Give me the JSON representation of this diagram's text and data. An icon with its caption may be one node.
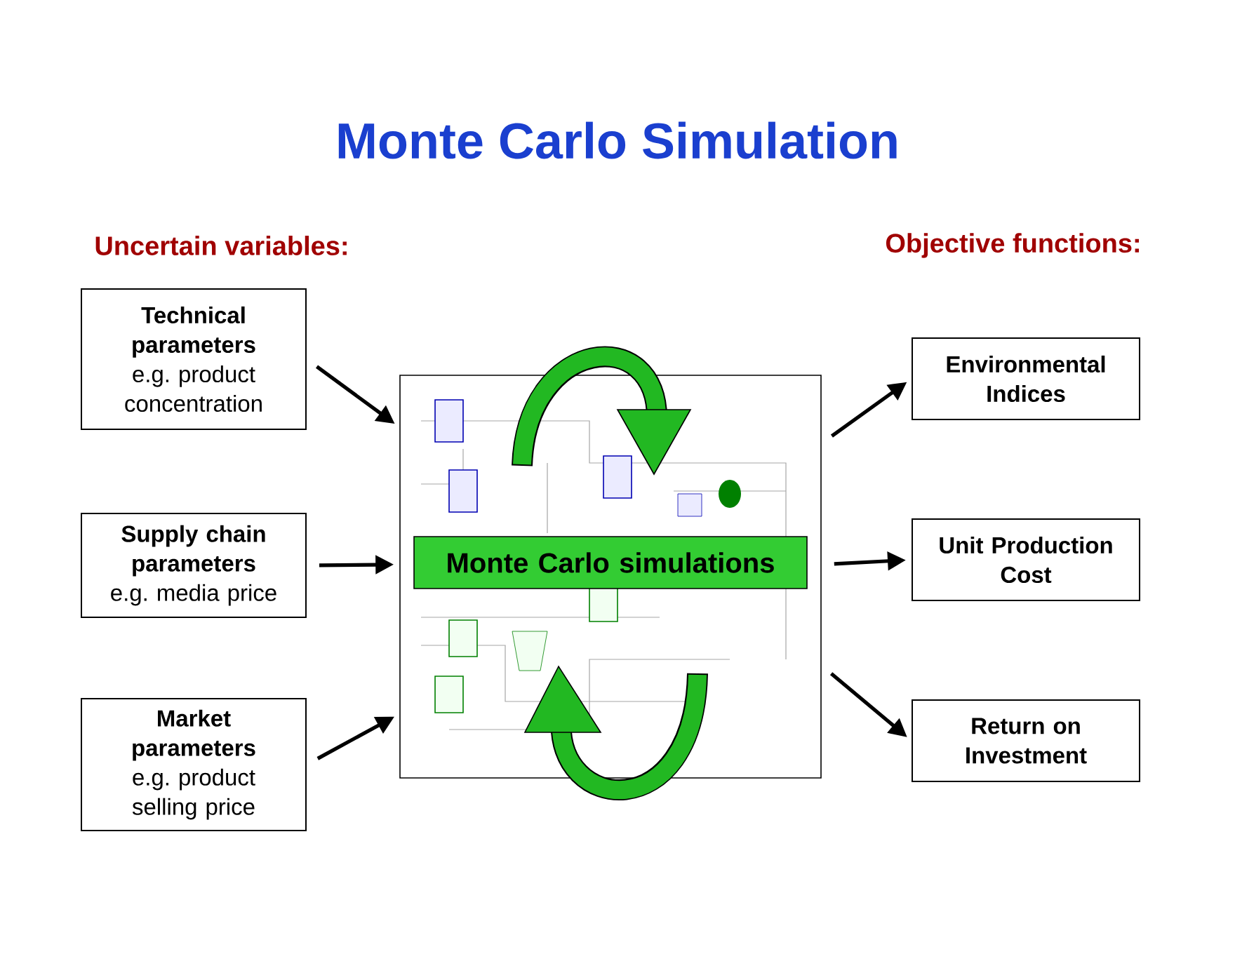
{
  "diagram": {
    "title": "Monte Carlo Simulation",
    "nodes": [
      {
        "text": [
          "Technical parameters",
          "e.g. product concentration"
        ]
      },
      {
        "text": [
          "Supply chain parameters",
          "e.g. media price"
        ]
      },
      {
        "text": [
          "Market parameters",
          "e.g. product selling price"
        ]
      },
      {
        "text": [],
        "shape": "picture"
      },
      {
        "text": [
          "Monte Carlo simulations"
        ],
        "in": 3
      },
      {
        "text": [
          "Environmental Indices"
        ]
      },
      {
        "text": [
          "Unit Production Cost"
        ]
      },
      {
        "text": [
          "Return on Investment"
        ]
      }
    ],
    "edges": [
      {
        "from": 0,
        "to": 3,
        "arrow": "to"
      },
      {
        "from": 1,
        "to": 3,
        "arrow": "to"
      },
      {
        "from": 2,
        "to": 3,
        "arrow": "to"
      },
      {
        "from": 3,
        "to": 5,
        "arrow": "to"
      },
      {
        "from": 3,
        "to": 6,
        "arrow": "to"
      },
      {
        "from": 3,
        "to": 7,
        "arrow": "to"
      }
    ],
    "labels": [
      "Uncertain variables:",
      "Objective functions:"
    ]
  }
}
